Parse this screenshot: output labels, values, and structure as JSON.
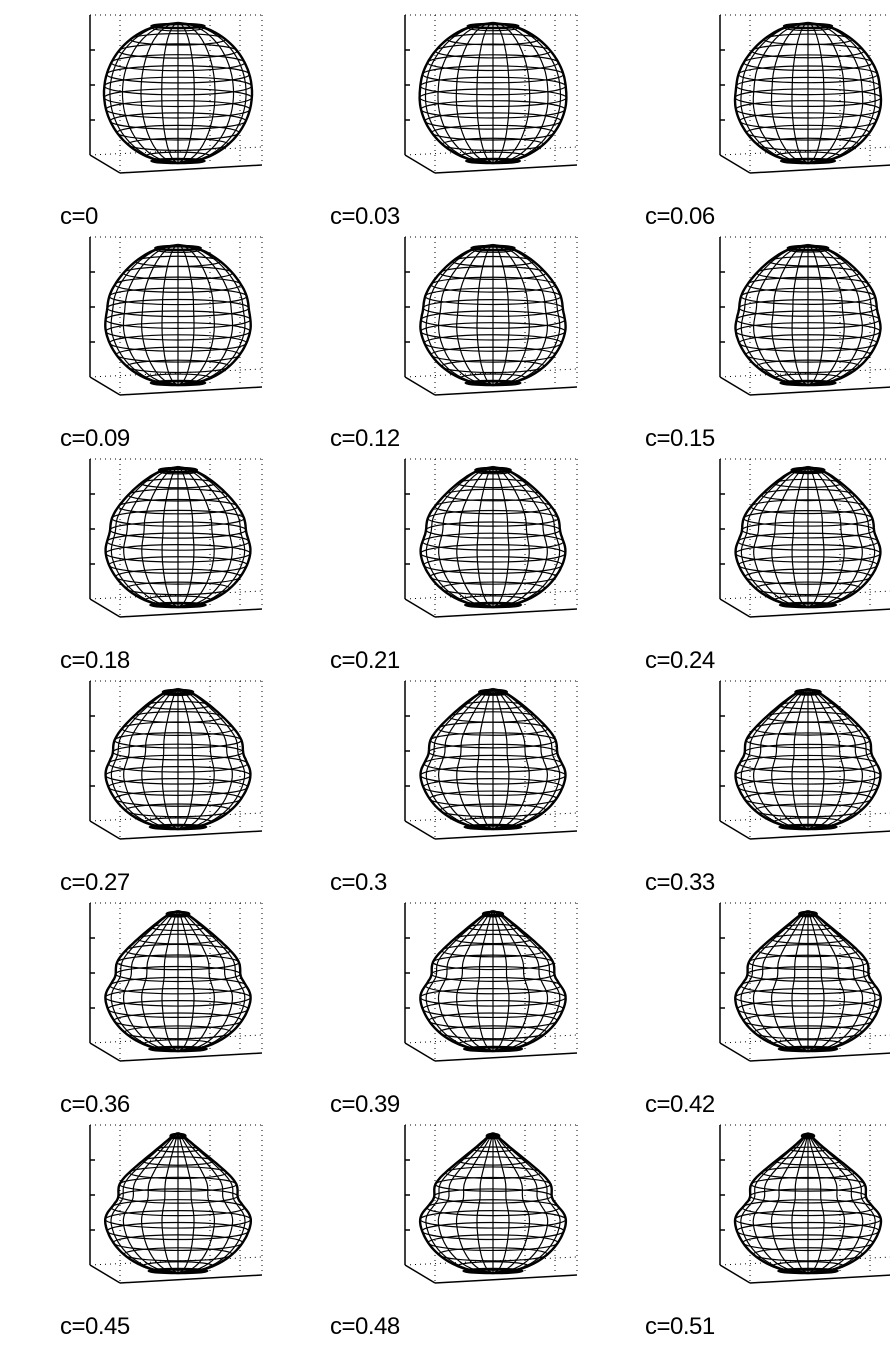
{
  "panels": [
    {
      "caption": "c=0",
      "c": 0
    },
    {
      "caption": "c=0.03",
      "c": 0.03
    },
    {
      "caption": "c=0.06",
      "c": 0.06
    },
    {
      "caption": "c=0.09",
      "c": 0.09
    },
    {
      "caption": "c=0.12",
      "c": 0.12
    },
    {
      "caption": "c=0.15",
      "c": 0.15
    },
    {
      "caption": "c=0.18",
      "c": 0.18
    },
    {
      "caption": "c=0.21",
      "c": 0.21
    },
    {
      "caption": "c=0.24",
      "c": 0.24
    },
    {
      "caption": "c=0.27",
      "c": 0.27
    },
    {
      "caption": "c=0.3",
      "c": 0.3
    },
    {
      "caption": "c=0.33",
      "c": 0.33
    },
    {
      "caption": "c=0.36",
      "c": 0.36
    },
    {
      "caption": "c=0.39",
      "c": 0.39
    },
    {
      "caption": "c=0.42",
      "c": 0.42
    },
    {
      "caption": "c=0.45",
      "c": 0.45
    },
    {
      "caption": "c=0.48",
      "c": 0.48
    },
    {
      "caption": "c=0.51",
      "c": 0.51
    }
  ],
  "colors": {
    "mesh": "#000000",
    "box": "#000000",
    "background": "#ffffff"
  }
}
